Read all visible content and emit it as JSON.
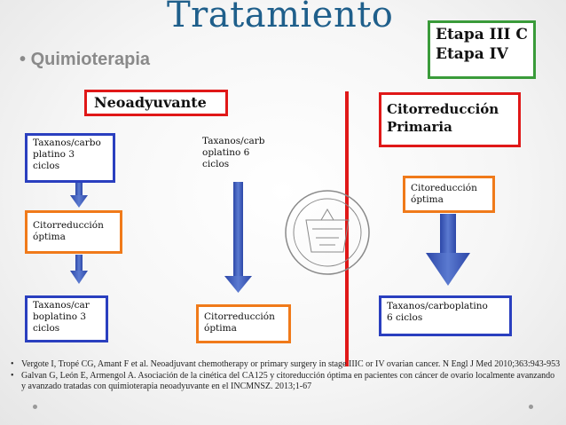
{
  "title": "Tratamiento",
  "bullet": "Quimioterapia",
  "bullet_symbol": "•",
  "stage": {
    "line1": "Etapa III C",
    "line2": "Etapa IV"
  },
  "neoadyuvante": "Neoadyuvante",
  "primary": {
    "line1": "Citorreducción",
    "line2": "Primaria"
  },
  "left_col": {
    "box1": [
      "Taxanos/carbo",
      "platino   3",
      "ciclos"
    ],
    "box2": [
      "Citorreducción",
      "óptima"
    ],
    "box3": [
      "Taxanos/car",
      "boplatino  3",
      "ciclos"
    ]
  },
  "mid_col": {
    "box1": [
      "Taxanos/carb",
      "oplatino  6",
      "ciclos"
    ],
    "box2": [
      "Citorreducción",
      "óptima"
    ]
  },
  "right_col": {
    "box1": [
      "Citoreducción",
      "óptima"
    ],
    "box2": [
      "Taxanos/carboplatino",
      "6 ciclos"
    ]
  },
  "references": [
    "Vergote I, Tropé CG, Amant F et al. Neoadjuvant chemotherapy or primary surgery in stage IIIC or IV ovarian cancer. N Engl J Med 2010;363:943-953",
    "Galvan G, León E, Armengol A. Asociación de la cinética del CA125 y citoreducción óptima en pacientes con cáncer de ovario localmente avanzando y avanzado tratadas con quimioterapia neoadyuvante en el INCMNSZ. 2013;1-67"
  ],
  "colors": {
    "blue": "#2a3fbf",
    "orange": "#f07a1a",
    "red": "#e01818",
    "green": "#3a9b3a",
    "arrow": "#3d5ab8",
    "title": "#1f5f8b"
  }
}
